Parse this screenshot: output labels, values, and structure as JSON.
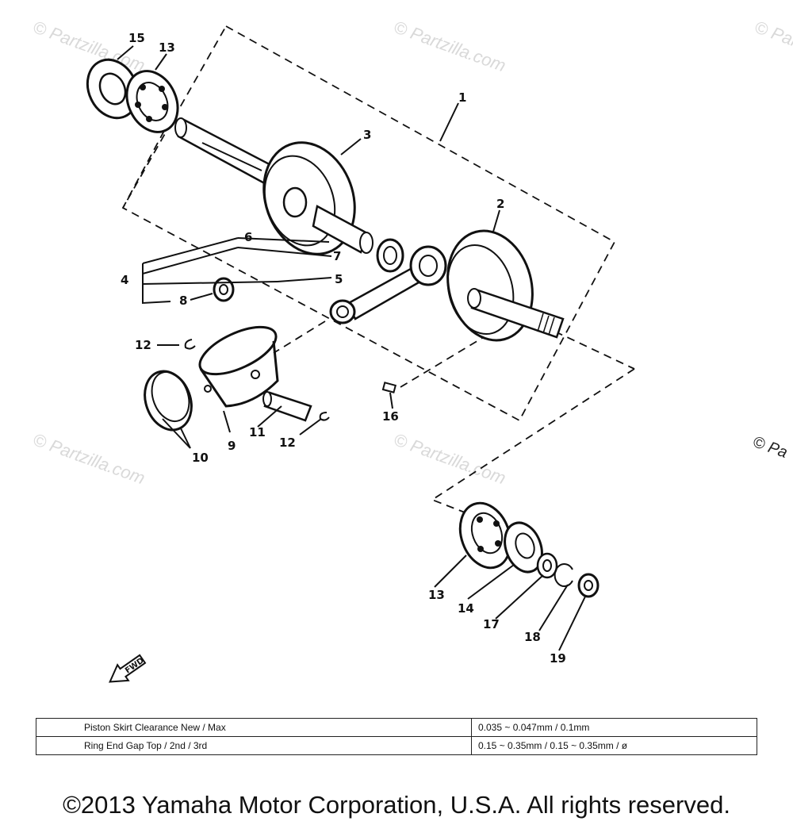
{
  "watermark": {
    "text": "© Partzilla.com",
    "partial": "© Pa"
  },
  "labels": {
    "p1": "1",
    "p2": "2",
    "p3": "3",
    "p4": "4",
    "p5": "5",
    "p6": "6",
    "p7": "7",
    "p8": "8",
    "p9": "9",
    "p10": "10",
    "p11": "11",
    "p12a": "12",
    "p12b": "12",
    "p13a": "13",
    "p13b": "13",
    "p14": "14",
    "p15": "15",
    "p16": "16",
    "p17": "17",
    "p18": "18",
    "p19": "19",
    "fwd": "FWD"
  },
  "spec_table": {
    "rows": [
      {
        "name": "Piston Skirt Clearance New / Max",
        "value": "0.035 ~ 0.047mm / 0.1mm"
      },
      {
        "name": "Ring End Gap Top / 2nd / 3rd",
        "value": "0.15 ~ 0.35mm / 0.15 ~ 0.35mm / ø"
      }
    ]
  },
  "copyright": "©2013 Yamaha Motor Corporation, U.S.A. All rights reserved."
}
